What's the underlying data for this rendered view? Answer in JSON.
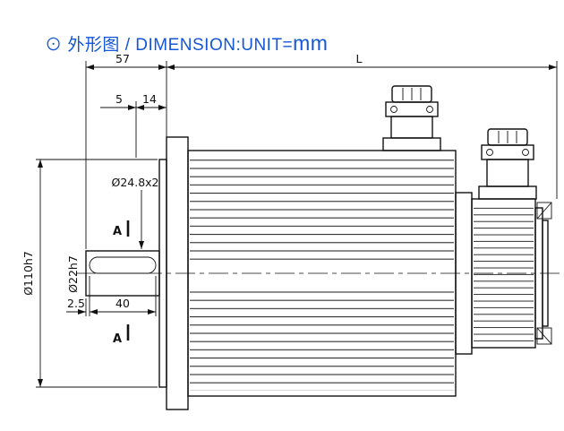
{
  "header": {
    "bullet": "⊙",
    "title_cn": " 外形图",
    "separator": " / ",
    "title_en": "DIMENSION:UNIT=",
    "title_unit": "mm"
  },
  "dims": {
    "shaft_length": "57",
    "total_length": "L",
    "step_small": "5",
    "step_large": "14",
    "key_note": "Ø24.8x2",
    "section_mark_top": "A",
    "section_mark_bottom": "A",
    "spigot_diameter": "Ø110h7",
    "shaft_diameter": "Ø22h7",
    "key_offset": "2.5",
    "key_length": "40"
  },
  "colors": {
    "title": "#1356d8",
    "line": "#111111",
    "background": "#ffffff"
  }
}
